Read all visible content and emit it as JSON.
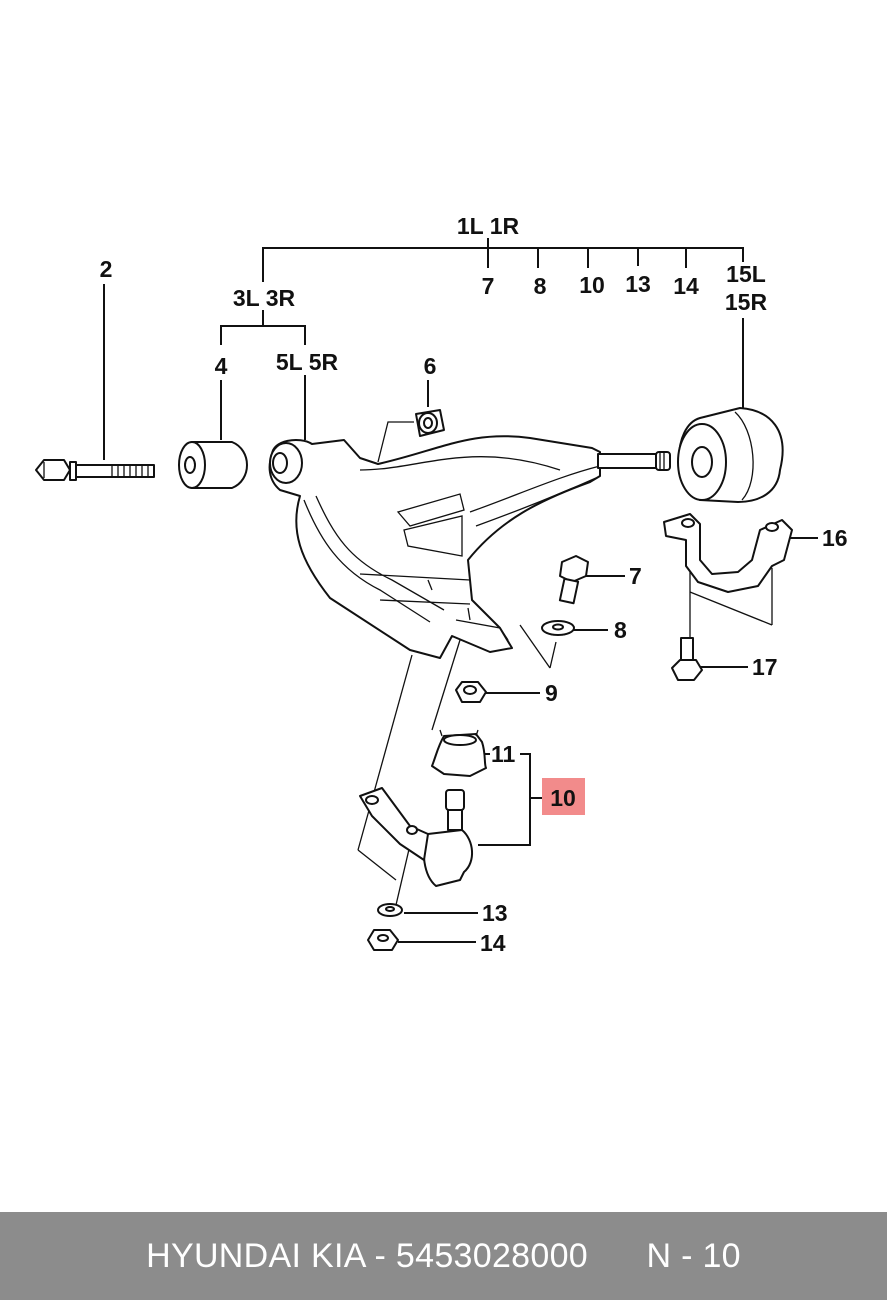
{
  "callouts": {
    "group_1": "1L 1R",
    "group_3": "3L 3R",
    "group_5": "5L 5R",
    "group_15_l": "15L",
    "group_15_r": "15R",
    "p2": "2",
    "p4": "4",
    "p6": "6",
    "p7_top": "7",
    "p8_top": "8",
    "p10_top": "10",
    "p13_top": "13",
    "p14_top": "14",
    "p16": "16",
    "p7": "7",
    "p8": "8",
    "p17": "17",
    "p9": "9",
    "p11": "11",
    "p10": "10",
    "p13": "13",
    "p14": "14"
  },
  "highlight_color": "#f28b8b",
  "footer": {
    "brand_part": "HYUNDAI KIA - 5453028000",
    "page_ref": "N - 10"
  }
}
